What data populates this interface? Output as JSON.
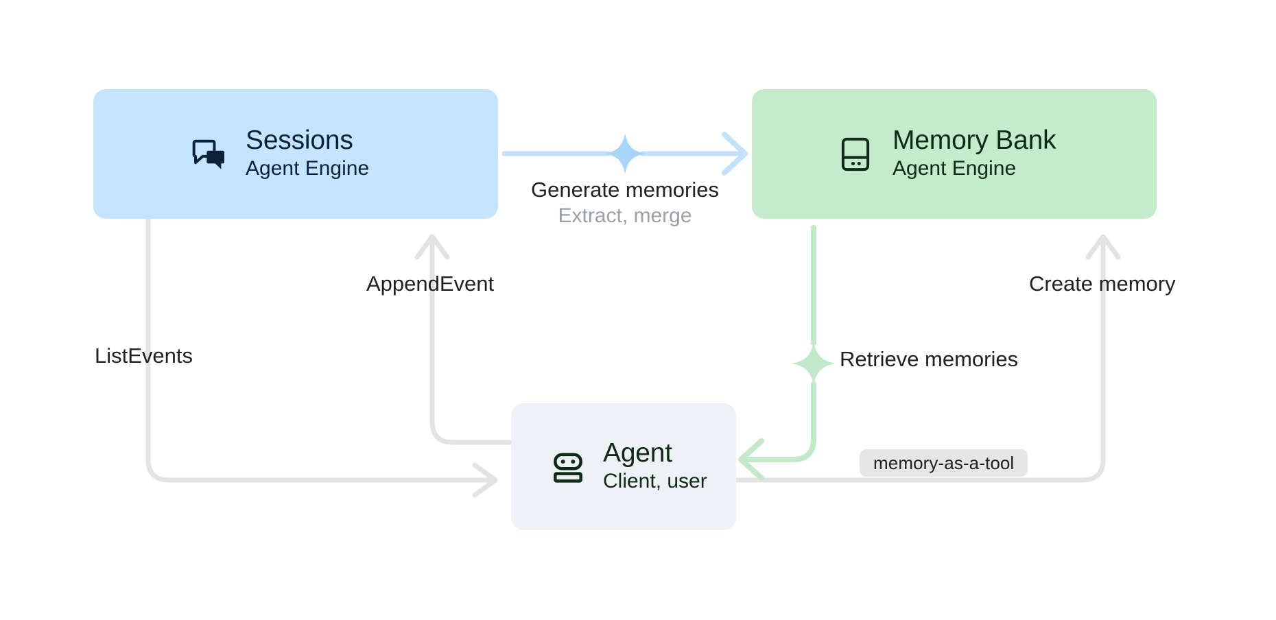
{
  "diagram": {
    "title": "Agent Engine Sessions and Memory Bank architecture",
    "background": "#ffffff",
    "colors": {
      "sessions_fill": "#c5e4fd",
      "sessions_text": "#0b2239",
      "memory_fill": "#c5ebcd",
      "memory_text": "#0d2a16",
      "agent_fill": "#eef1f6",
      "agent_text": "#0d2a16",
      "blue_edge": "#c3e1fb",
      "green_edge": "#c2e9ca",
      "gray_edge": "#e2e3e3",
      "label_text": "#202124",
      "sub_label_text": "#9aa0a6",
      "badge_fill": "#e6e6e6"
    }
  },
  "nodes": {
    "sessions": {
      "title": "Sessions",
      "subtitle": "Agent Engine",
      "icon": "chat-bubbles-icon"
    },
    "memory_bank": {
      "title": "Memory Bank",
      "subtitle": "Agent Engine",
      "icon": "database-icon"
    },
    "agent": {
      "title": "Agent",
      "subtitle": "Client, user",
      "icon": "robot-icon"
    }
  },
  "edges": {
    "generate_memories": {
      "label": "Generate memories",
      "sublabel": "Extract, merge",
      "from": "sessions",
      "to": "memory_bank",
      "color": "blue",
      "icon": "sparkle-icon"
    },
    "append_event": {
      "label": "AppendEvent",
      "from": "agent",
      "to": "sessions",
      "color": "gray"
    },
    "list_events": {
      "label": "ListEvents",
      "from": "sessions",
      "to": "agent",
      "color": "gray"
    },
    "create_memory": {
      "label": "Create memory",
      "from": "agent",
      "to": "memory_bank",
      "color": "gray"
    },
    "retrieve_memories": {
      "label": "Retrieve memories",
      "from": "memory_bank",
      "to": "agent",
      "color": "green",
      "icon": "sparkle-icon"
    }
  },
  "badges": {
    "memory_as_a_tool": "memory-as-a-tool"
  }
}
